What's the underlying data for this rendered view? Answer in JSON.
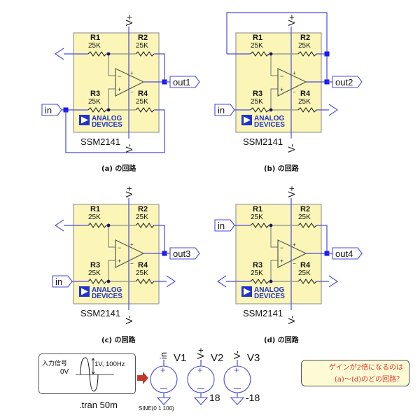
{
  "circuits": [
    {
      "id": "a",
      "caption": "(a) の回路",
      "output_label": "out1",
      "input_label": "in",
      "part": "SSM2141",
      "r1": {
        "name": "R1",
        "value": "25K"
      },
      "r2": {
        "name": "R2",
        "value": "25K"
      },
      "r3": {
        "name": "R3",
        "value": "25K"
      },
      "r4": {
        "name": "R4",
        "value": "25K"
      },
      "vplus": "V+",
      "vminus": "V-"
    },
    {
      "id": "b",
      "caption": "(b) の回路",
      "output_label": "out2",
      "input_label": "in",
      "part": "SSM2141",
      "r1": {
        "name": "R1",
        "value": "25K"
      },
      "r2": {
        "name": "R2",
        "value": "25K"
      },
      "r3": {
        "name": "R3",
        "value": "25K"
      },
      "r4": {
        "name": "R4",
        "value": "25K"
      },
      "vplus": "V+",
      "vminus": "V-"
    },
    {
      "id": "c",
      "caption": "(c) の回路",
      "output_label": "out3",
      "input_label": "in",
      "part": "SSM2141",
      "r1": {
        "name": "R1",
        "value": "25K"
      },
      "r2": {
        "name": "R2",
        "value": "25K"
      },
      "r3": {
        "name": "R3",
        "value": "25K"
      },
      "r4": {
        "name": "R4",
        "value": "25K"
      },
      "vplus": "V+",
      "vminus": "V-"
    },
    {
      "id": "d",
      "caption": "(d) の回路",
      "output_label": "out4",
      "input_label": "in",
      "part": "SSM2141",
      "r1": {
        "name": "R1",
        "value": "25K"
      },
      "r2": {
        "name": "R2",
        "value": "25K"
      },
      "r3": {
        "name": "R3",
        "value": "25K"
      },
      "r4": {
        "name": "R4",
        "value": "25K"
      },
      "vplus": "V+",
      "vminus": "V-"
    }
  ],
  "logo": {
    "line1": "ANALOG",
    "line2": "DEVICES"
  },
  "signal_box": {
    "title": "入力信号",
    "zero_label": "0V",
    "amp_label": "1V, 100Hz"
  },
  "tran": ".tran 50m",
  "sources": [
    {
      "name": "V1",
      "net": "in",
      "value": "SINE(0 1 100)"
    },
    {
      "name": "V2",
      "net": "V+",
      "value": "18"
    },
    {
      "name": "V3",
      "net": "V-",
      "value": "-18"
    }
  ],
  "question": {
    "line1": "ゲインが2倍になるのは",
    "line2": "(a)〜(d)のどの回路？"
  },
  "colors": {
    "wire": "#4a4adf",
    "box": "#fbf6b8",
    "question_text": "#e03a2a",
    "arrow": "#c0392b",
    "logo": "#2233cc"
  }
}
